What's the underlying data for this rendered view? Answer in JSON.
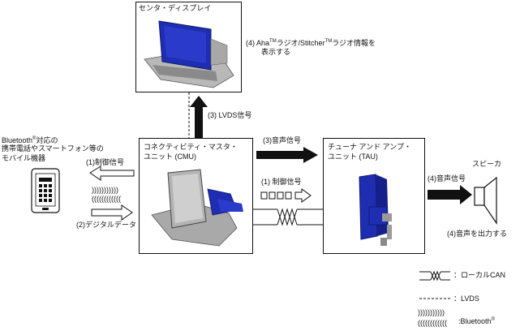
{
  "display": {
    "title": "センタ・ディスプレイ",
    "note_line1": "(4) Aha",
    "note_tm1": "TM",
    "note_mid": "ラジオ/Stitcher",
    "note_tm2": "TM",
    "note_end": "ラジオ情報を",
    "note_line2": "表示する"
  },
  "cmu": {
    "title_line1": "コネクティビティ・マスタ・",
    "title_line2": "ユニット (CMU)"
  },
  "tau": {
    "title_line1": "チューナ アンド アンプ・",
    "title_line2": "ユニット (TAU)"
  },
  "phone": {
    "label_brand": "Bluetooth",
    "label_reg": "®",
    "label_line1_rest": "対応の",
    "label_line2": "携帯電話やスマートフォン等の",
    "label_line3": "モバイル機器"
  },
  "signals": {
    "lvds": "(3) LVDS信号",
    "audio_cmu_tau": "(3)音声信号",
    "control_cmu_tau": "(1) 制御信号",
    "control_phone": "(1)制御信号",
    "digital_data": "(2)デジタルデータ",
    "audio_tau_speaker": "(4)音声信号"
  },
  "speaker": {
    "title": "スピーカ",
    "output_note": "(4)音声を出力する"
  },
  "legend": {
    "local_can": "：ローカルCAN",
    "lvds": "：LVDS",
    "bluetooth": ":Bluetooth",
    "bluetooth_reg": "®"
  },
  "colors": {
    "device_blue": "#1f2db0",
    "device_gray": "#9a9a9a",
    "line": "#111111"
  }
}
